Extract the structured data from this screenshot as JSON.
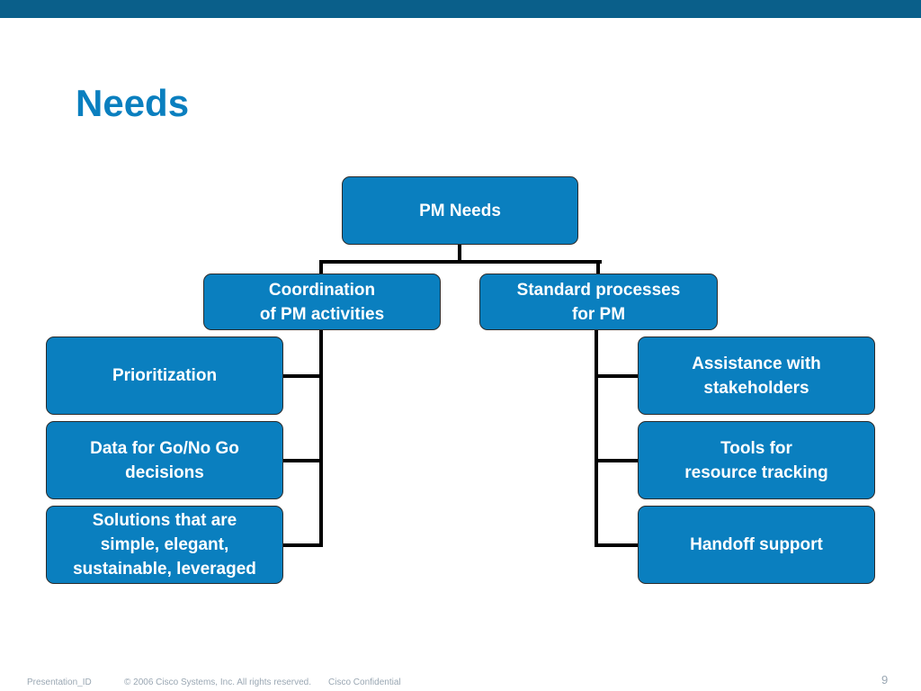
{
  "slide": {
    "title": "Needs",
    "page_number": "9",
    "colors": {
      "header_bar": "#0a5f8a",
      "title": "#0a7fbf",
      "node_fill": "#0a7fbf",
      "node_text": "#ffffff",
      "connector": "#000000"
    }
  },
  "diagram": {
    "root": {
      "lines": [
        "PM Needs"
      ]
    },
    "branches": [
      {
        "lines": [
          "Coordination",
          "of PM activities"
        ],
        "children": [
          {
            "lines": [
              "Prioritization"
            ]
          },
          {
            "lines": [
              "Data for Go/No Go",
              "decisions"
            ]
          },
          {
            "lines": [
              "Solutions that are",
              "simple,  elegant,",
              "sustainable, leveraged"
            ]
          }
        ]
      },
      {
        "lines": [
          "Standard processes",
          "for PM"
        ],
        "children": [
          {
            "lines": [
              "Assistance with",
              "stakeholders"
            ]
          },
          {
            "lines": [
              "Tools for",
              "resource tracking"
            ]
          },
          {
            "lines": [
              "Handoff support"
            ]
          }
        ]
      }
    ]
  },
  "footer": {
    "presentation_id": "Presentation_ID",
    "copyright": "© 2006 Cisco Systems, Inc. All rights reserved.",
    "confidential": "Cisco Confidential"
  }
}
